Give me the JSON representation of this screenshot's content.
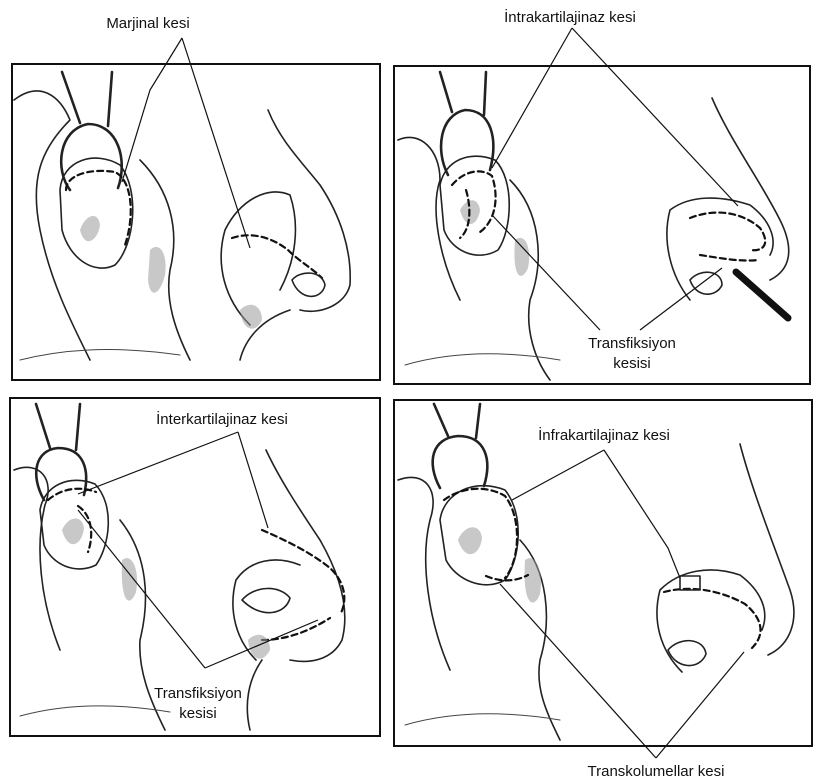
{
  "panels": [
    {
      "id": "top-left",
      "labels": {
        "main": "Marjinal kesi"
      }
    },
    {
      "id": "top-right",
      "labels": {
        "main": "İntrakartilajinaz kesi",
        "secondary_line1": "Transfiksiyon",
        "secondary_line2": "kesisi"
      }
    },
    {
      "id": "bottom-left",
      "labels": {
        "main": "İnterkartilajinaz kesi",
        "secondary_line1": "Transfiksiyon",
        "secondary_line2": "kesisi"
      }
    },
    {
      "id": "bottom-right",
      "labels": {
        "main": "İnfrakartilajinaz kesi",
        "secondary": "Transkolumellar kesi"
      }
    }
  ],
  "colors": {
    "ink": "#111111",
    "background": "#ffffff"
  }
}
